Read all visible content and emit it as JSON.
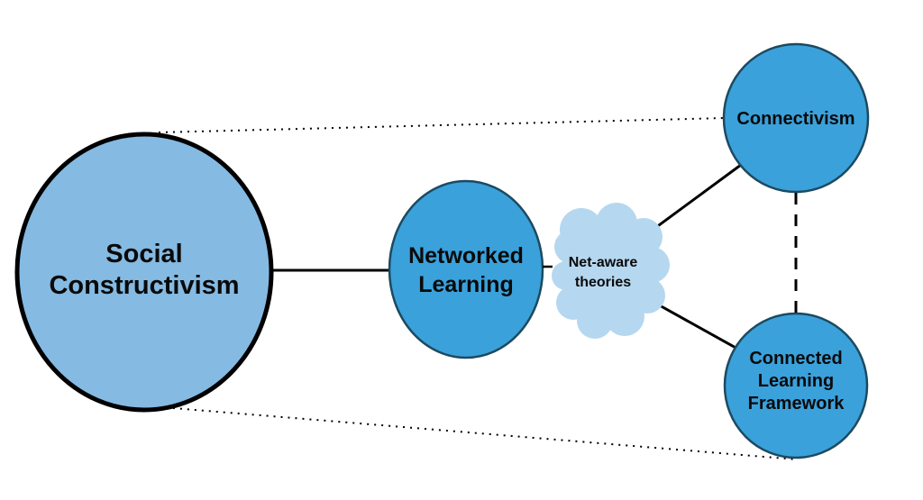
{
  "diagram": {
    "title": "Networked learning theory concept map",
    "background": "#ffffff",
    "edge_color": "#000000",
    "nodes": {
      "social_constructivism": {
        "label": "Social Constructivism",
        "lines": [
          "Social",
          "Constructivism"
        ],
        "fill": "#85BAE2",
        "stroke": "#000000"
      },
      "networked_learning": {
        "label": "Networked Learning",
        "lines": [
          "Networked",
          "Learning"
        ],
        "fill": "#3AA1DB",
        "stroke": "#1C4A60"
      },
      "net_aware_theories": {
        "label": "Net-aware theories",
        "lines": [
          "Net-aware",
          "theories"
        ],
        "fill": "#B5D7F0",
        "shape": "cloud"
      },
      "connectivism": {
        "label": "Connectivism",
        "lines": [
          "Connectivism"
        ],
        "fill": "#3AA1DB",
        "stroke": "#1C4A60"
      },
      "connected_learning_framework": {
        "label": "Connected Learning Framework",
        "lines": [
          "Connected",
          "Learning",
          "Framework"
        ],
        "fill": "#3AA1DB",
        "stroke": "#1C4A60"
      }
    },
    "edges": [
      {
        "from": "Social Constructivism",
        "to": "Networked Learning",
        "style": "solid"
      },
      {
        "from": "Social Constructivism",
        "to": "Connectivism",
        "style": "dotted"
      },
      {
        "from": "Social Constructivism",
        "to": "Connected Learning Framework",
        "style": "dotted"
      },
      {
        "from": "Networked Learning",
        "to": "Net-aware theories",
        "style": "solid"
      },
      {
        "from": "Net-aware theories",
        "to": "Connectivism",
        "style": "solid"
      },
      {
        "from": "Net-aware theories",
        "to": "Connected Learning Framework",
        "style": "solid"
      },
      {
        "from": "Connectivism",
        "to": "Connected Learning Framework",
        "style": "dashed"
      }
    ]
  }
}
